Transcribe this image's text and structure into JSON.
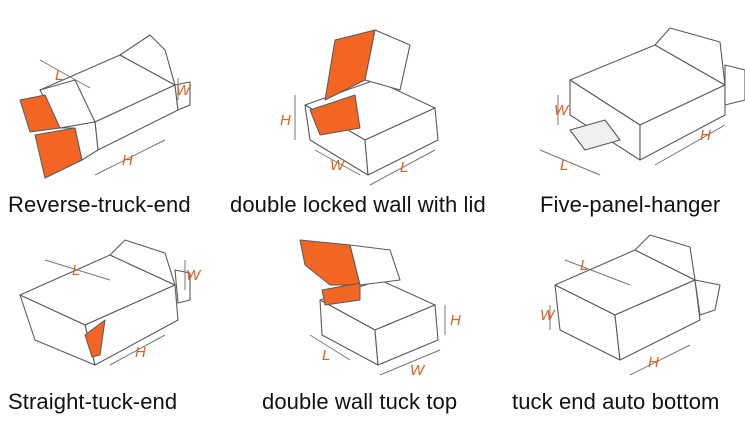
{
  "accent_color": "#f26522",
  "dimension_color": "#e06020",
  "boxes": [
    {
      "caption": "Reverse-truck-end",
      "dims": [
        "L",
        "W",
        "H"
      ]
    },
    {
      "caption": "double locked wall with lid",
      "dims": [
        "H",
        "W",
        "L"
      ]
    },
    {
      "caption": "Five-panel-hanger",
      "dims": [
        "W",
        "L",
        "H"
      ]
    },
    {
      "caption": "Straight-tuck-end",
      "dims": [
        "L",
        "W",
        "H"
      ]
    },
    {
      "caption": "double wall tuck top",
      "dims": [
        "H",
        "L",
        "W"
      ]
    },
    {
      "caption": "tuck end auto bottom",
      "dims": [
        "L",
        "W",
        "H"
      ]
    }
  ]
}
